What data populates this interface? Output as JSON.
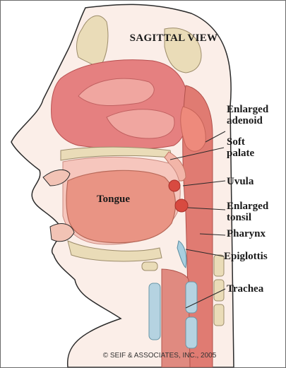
{
  "title": "SAGITTAL VIEW",
  "labels": {
    "enlarged_adenoid": [
      "Enlarged",
      "adenoid"
    ],
    "soft_palate": [
      "Soft",
      "palate"
    ],
    "uvula": "Uvula",
    "enlarged_tonsil": [
      "Enlarged",
      "tonsil"
    ],
    "pharynx": "Pharynx",
    "epiglottis": "Epiglottis",
    "trachea": "Trachea",
    "tongue": "Tongue"
  },
  "copyright": "© SEIF & ASSOCIATES, INC., 2005"
}
